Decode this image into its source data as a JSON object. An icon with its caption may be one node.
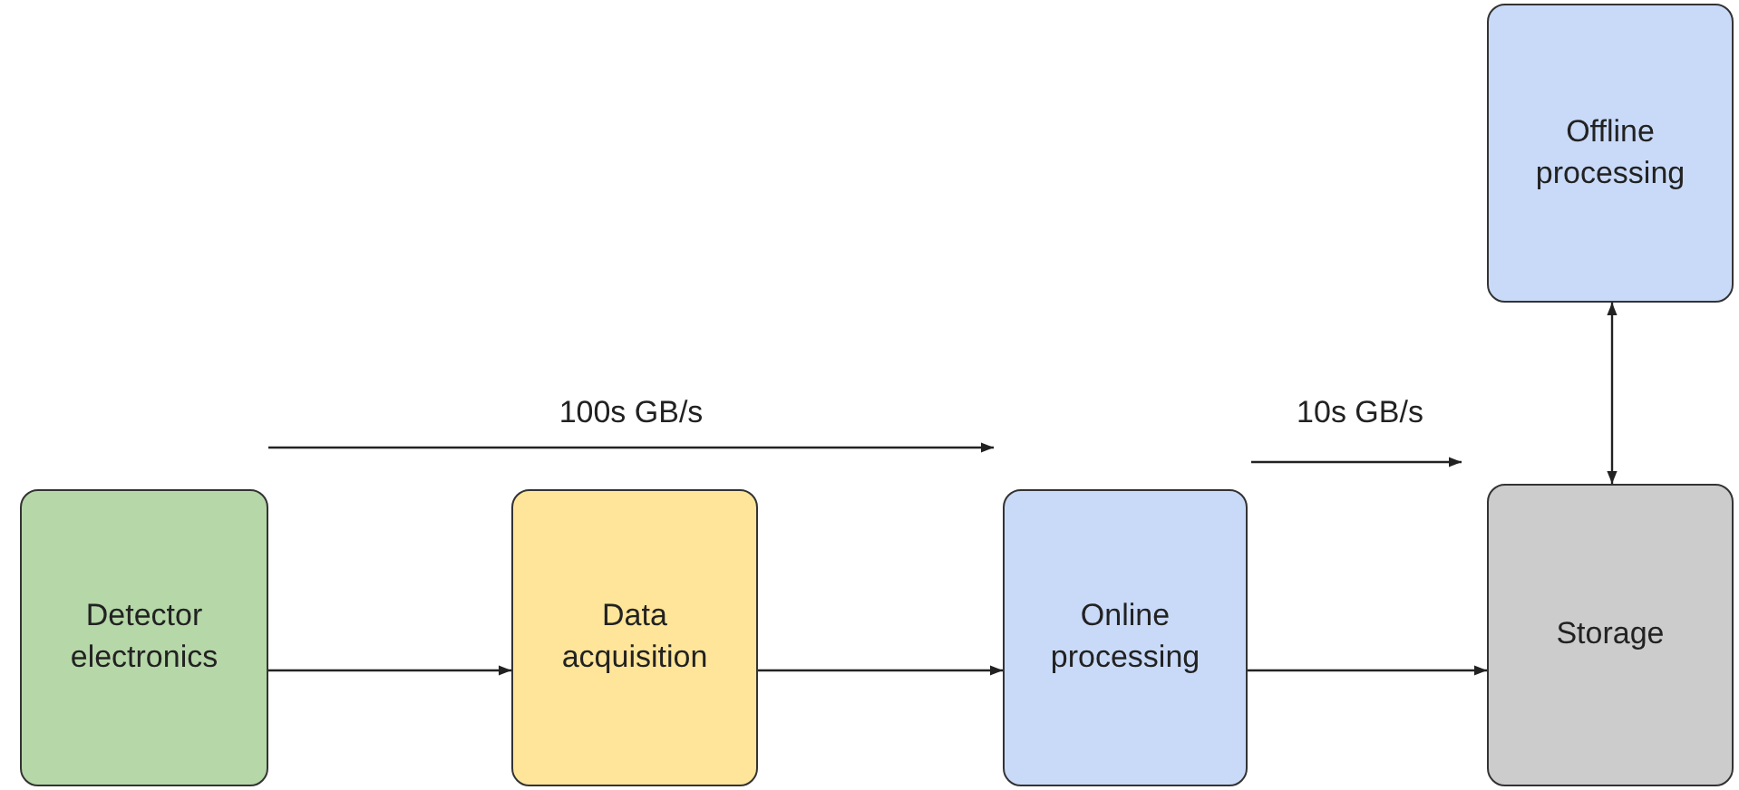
{
  "diagram": {
    "nodes": [
      {
        "text": [
          "Detector electronics"
        ]
      },
      {
        "text": [
          "Data acquisition"
        ]
      },
      {
        "text": [
          "Online processing"
        ]
      },
      {
        "text": [
          "Offline processing"
        ]
      },
      {
        "text": [
          "Storage"
        ]
      }
    ],
    "edges": [
      {
        "from": 0,
        "to": 1,
        "arrow": "to"
      },
      {
        "from": 1,
        "to": 2,
        "arrow": "to"
      },
      {
        "from": 2,
        "to": 4,
        "arrow": "to"
      },
      {
        "from": 3,
        "to": 4,
        "arrow": "both"
      }
    ],
    "labels": [
      "100s GB/s",
      "10s GB/s"
    ]
  }
}
